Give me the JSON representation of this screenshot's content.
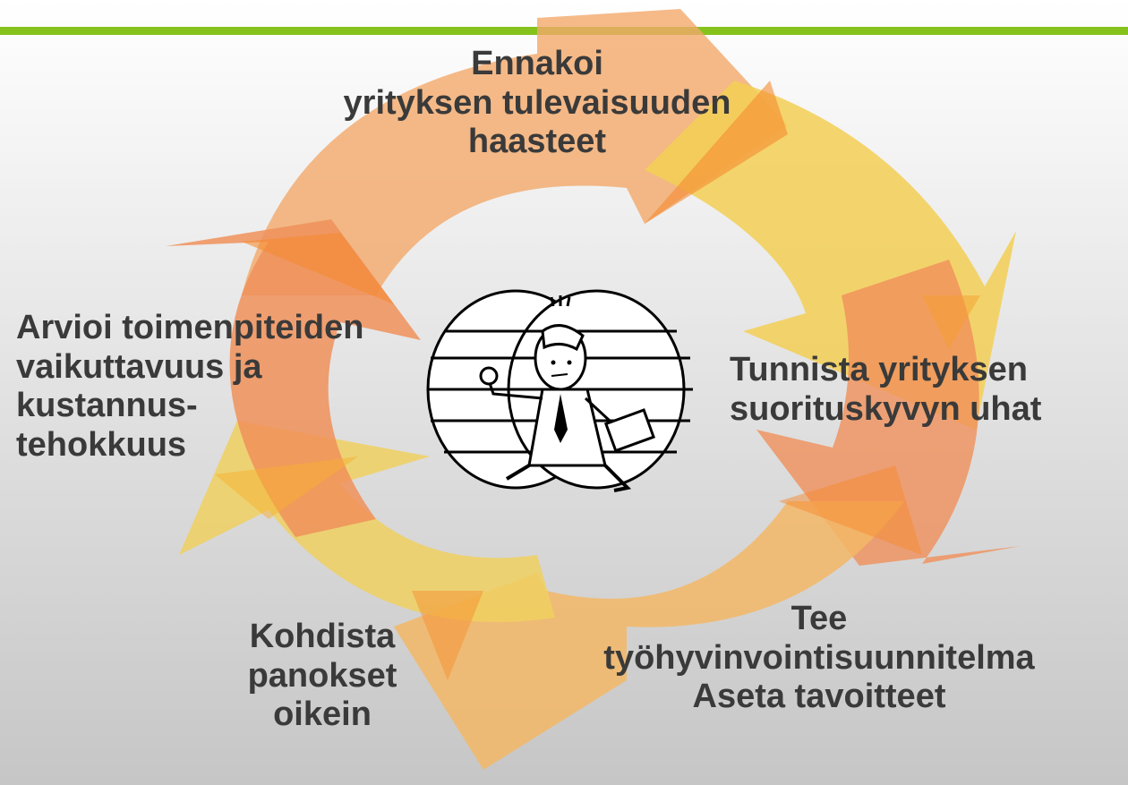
{
  "colors": {
    "accent_bar": "#86c21c",
    "arrow_orange": "#f0905a",
    "arrow_yellow": "#f3cf55",
    "text": "#3a3a3a"
  },
  "steps": [
    {
      "lines": [
        "Ennakoi",
        "yrityksen tulevaisuuden",
        "haasteet"
      ]
    },
    {
      "lines": [
        "Tunnista yrityksen",
        "suorituskyvyn uhat"
      ]
    },
    {
      "lines": [
        "Tee",
        "työhyvinvointisuunnitelma",
        "Aseta tavoitteet"
      ]
    },
    {
      "lines": [
        "Kohdista",
        "panokset",
        "oikein"
      ]
    },
    {
      "lines": [
        "Arvioi toimenpiteiden",
        "vaikuttavuus ja",
        "kustannus-",
        "tehokkuus"
      ]
    }
  ],
  "center_icon": "running-businessman-clipart"
}
